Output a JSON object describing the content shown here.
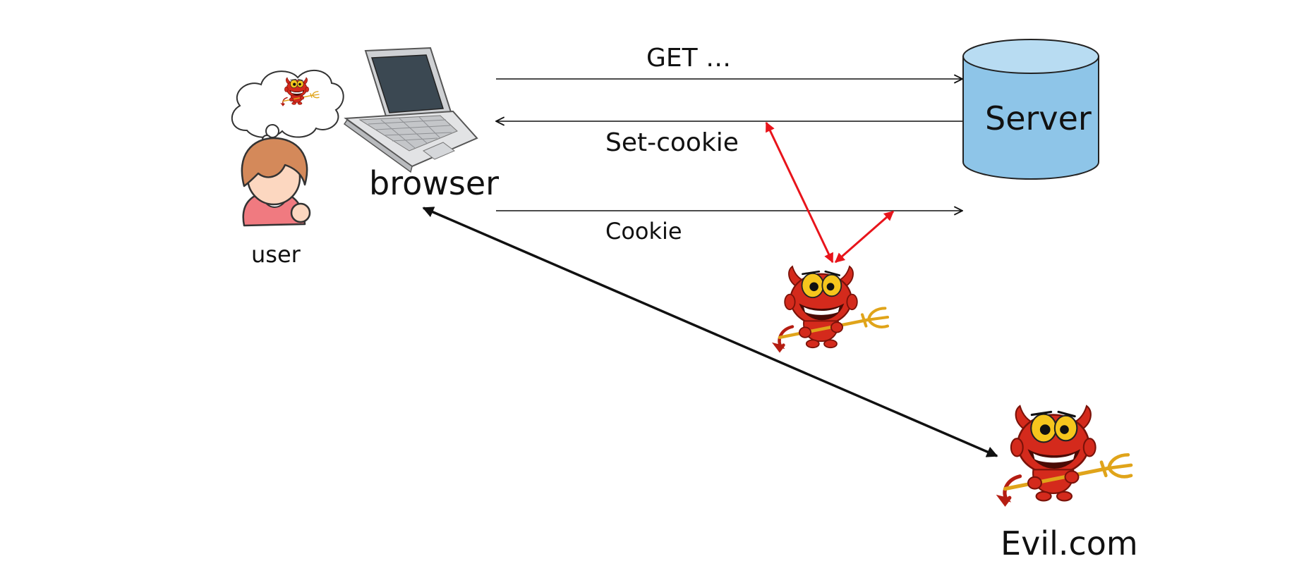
{
  "actors": {
    "user_label": "user",
    "browser_label": "browser",
    "server_label": "Server",
    "evil_label": "Evil.com"
  },
  "messages": {
    "get_label": "GET …",
    "set_cookie_label": "Set-cookie",
    "cookie_label": "Cookie"
  },
  "colors": {
    "server_fill": "#8ec5e8",
    "server_top": "#b8dcf2",
    "attack_arrow": "#e8141b",
    "devil_red": "#d42a1c",
    "devil_eye": "#f6c61d",
    "user_hair": "#d4895a",
    "user_shirt": "#f07a80",
    "user_skin": "#fcd7c0"
  },
  "icons": {
    "user": "user-icon",
    "thought": "thought-bubble-icon",
    "laptop": "laptop-icon",
    "server": "database-cylinder-icon",
    "attacker": "devil-icon"
  }
}
